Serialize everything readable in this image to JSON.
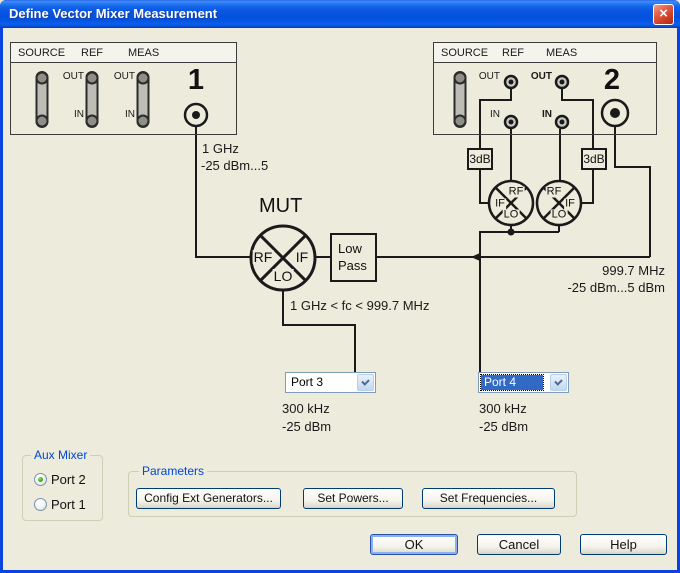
{
  "window": {
    "title": "Define Vector Mixer Measurement",
    "close_glyph": "×"
  },
  "panels": {
    "left": {
      "headers": [
        "SOURCE",
        "REF",
        "MEAS"
      ],
      "port_number": "1",
      "ref_out": "OUT",
      "ref_in": "IN",
      "meas_out": "OUT",
      "meas_in": "IN"
    },
    "right": {
      "headers": [
        "SOURCE",
        "REF",
        "MEAS"
      ],
      "port_number": "2",
      "ref_out": "OUT",
      "ref_in": "IN",
      "meas_out": "OUT",
      "meas_in": "IN"
    }
  },
  "diagram": {
    "port1_freq": "1 GHz",
    "port1_power": "-25 dBm...5",
    "mut_label": "MUT",
    "mixer_ports": {
      "rf": "RF",
      "if": "IF",
      "lo": "LO"
    },
    "lowpass_line1": "Low",
    "lowpass_line2": "Pass",
    "attenuator_label": "3dB",
    "fc_range": "1 GHz < fc < 999.7 MHz",
    "port2_freq": "999.7 MHz",
    "port2_power": "-25 dBm...5 dBm",
    "combo3": {
      "value": "Port 3",
      "freq": "300 kHz",
      "power": "-25 dBm"
    },
    "combo4": {
      "value": "Port 4",
      "freq": "300 kHz",
      "power": "-25 dBm"
    }
  },
  "aux_mixer": {
    "title": "Aux Mixer",
    "options": [
      {
        "label": "Port 2",
        "selected": true
      },
      {
        "label": "Port 1",
        "selected": false
      }
    ]
  },
  "parameters": {
    "title": "Parameters",
    "buttons": [
      "Config Ext Generators...",
      "Set Powers...",
      "Set Frequencies..."
    ]
  },
  "footer": {
    "ok": "OK",
    "cancel": "Cancel",
    "help": "Help"
  },
  "colors": {
    "titlebar_blue": "#0351DD",
    "window_border_blue": "#0A43DD",
    "selection_blue": "#316AC5",
    "group_title_blue": "#0046D5",
    "radio_green": "#35A824",
    "dialog_bg": "#EDEBDC"
  }
}
